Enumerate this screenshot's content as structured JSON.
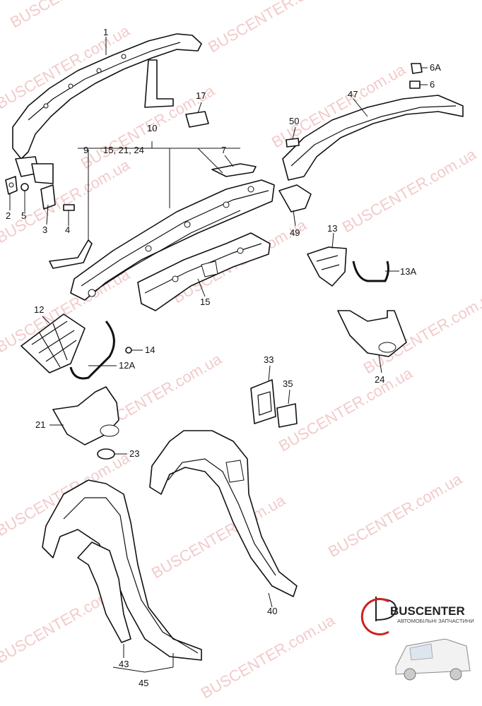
{
  "watermark": {
    "text": "BUSCENTER.com.ua",
    "color": "#e08080"
  },
  "logo": {
    "brand": "BUSCENTER",
    "tagline": "АВТОМОБІЛЬНІ ЗАПЧАСТИНИ",
    "accent": "#d02020"
  },
  "callouts": {
    "c1": "1",
    "c2": "2",
    "c3": "3",
    "c4": "4",
    "c5": "5",
    "c6": "6",
    "c6a": "6A",
    "c7": "7",
    "c9": "9",
    "c10": "10",
    "c10b": "15, 21, 24",
    "c12": "12",
    "c12a": "12A",
    "c13": "13",
    "c13a": "13A",
    "c14": "14",
    "c15": "15",
    "c17": "17",
    "c21": "21",
    "c23": "23",
    "c24": "24",
    "c33": "33",
    "c35": "35",
    "c40": "40",
    "c43": "43",
    "c45": "45",
    "c47": "47",
    "c49": "49",
    "c50": "50"
  }
}
